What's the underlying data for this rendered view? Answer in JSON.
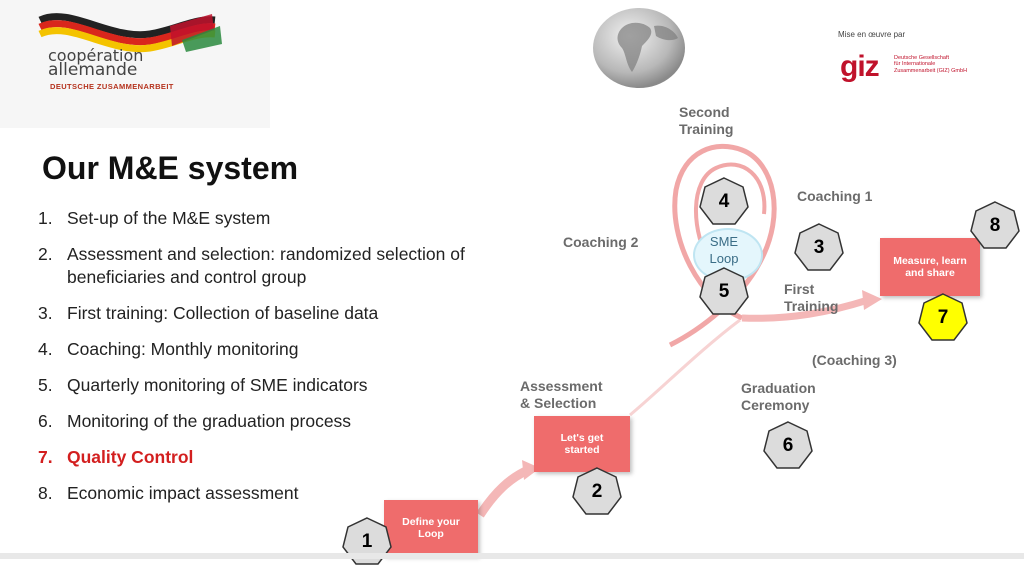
{
  "logo": {
    "line1": "coopération",
    "line2": "allemande",
    "line3": "DEUTSCHE ZUSAMMENARBEIT"
  },
  "header": {
    "mise": "Mise en œuvre par",
    "giz": "giz",
    "giz_text_1": "Deutsche Gesellschaft",
    "giz_text_2": "für Internationale",
    "giz_text_3": "Zusammenarbeit (GIZ) GmbH"
  },
  "title": "Our M&E system",
  "list": [
    {
      "num": "1.",
      "text": "Set-up of the M&E system"
    },
    {
      "num": "2.",
      "text": "Assessment and selection: randomized selection of beneficiaries and control group"
    },
    {
      "num": "3.",
      "text": "First training: Collection of baseline data"
    },
    {
      "num": "4.",
      "text": "Coaching: Monthly monitoring"
    },
    {
      "num": "5.",
      "text": "Quarterly monitoring of SME indicators"
    },
    {
      "num": "6.",
      "text": "Monitoring of the graduation process"
    },
    {
      "num": "7.",
      "text": "Quality Control"
    },
    {
      "num": "8.",
      "text": "Economic impact assessment"
    }
  ],
  "diagram": {
    "second_training_1": "Second",
    "second_training_2": "Training",
    "coaching1": "Coaching 1",
    "coaching2": "Coaching 2",
    "coaching3": "(Coaching 3)",
    "first_training_1": "First",
    "first_training_2": "Training",
    "assessment_1": "Assessment",
    "assessment_2": "& Selection",
    "graduation_1": "Graduation",
    "graduation_2": "Ceremony",
    "sme_1": "SME",
    "sme_2": "Loop",
    "box_define_1": "Define your",
    "box_define_2": "Loop",
    "box_started_1": "Let's get",
    "box_started_2": "started",
    "box_measure_1": "Measure, learn",
    "box_measure_2": "and share",
    "markers": [
      "1",
      "2",
      "3",
      "4",
      "5",
      "6",
      "7",
      "8"
    ]
  },
  "colors": {
    "highlight": "#d31f1f",
    "box": "#ef6c6c",
    "marker_default": "#dcdcdc",
    "marker_active": "#ffff00",
    "giz_red": "#c0122b"
  }
}
